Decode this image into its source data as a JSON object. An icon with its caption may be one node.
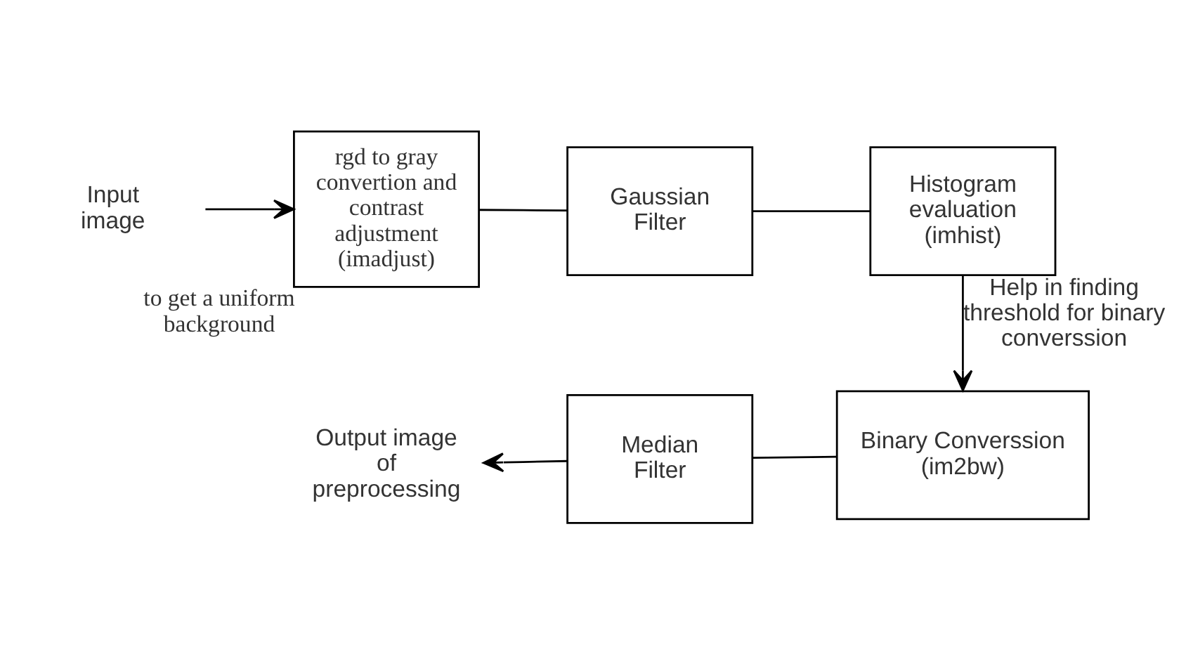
{
  "diagram": {
    "nodes": [
      {
        "text": [
          "Input image"
        ]
      },
      {
        "text": [
          "rgd to gray convertion and contrast adjustment (imadjust)"
        ],
        "beside": [
          "to get a uniform background"
        ]
      },
      {
        "text": [
          "Gaussian Filter"
        ]
      },
      {
        "text": [
          "Histogram evaluation (imhist)"
        ]
      },
      {
        "text": [
          "Binary Converssion (im2bw)"
        ]
      },
      {
        "text": [
          "Median Filter"
        ]
      },
      {
        "text": [
          "Output image of preprocessing"
        ]
      }
    ],
    "edges": [
      {
        "from": 0,
        "to": 1,
        "arrow": "to"
      },
      {
        "from": 1,
        "to": 2,
        "arrow": "none"
      },
      {
        "from": 2,
        "to": 3,
        "arrow": "none"
      },
      {
        "from": 3,
        "to": 4,
        "arrow": "to",
        "label": "Help in finding threshold for binary converssion"
      },
      {
        "from": 4,
        "to": 5,
        "arrow": "none"
      },
      {
        "from": 5,
        "to": 6,
        "arrow": "to"
      }
    ]
  }
}
